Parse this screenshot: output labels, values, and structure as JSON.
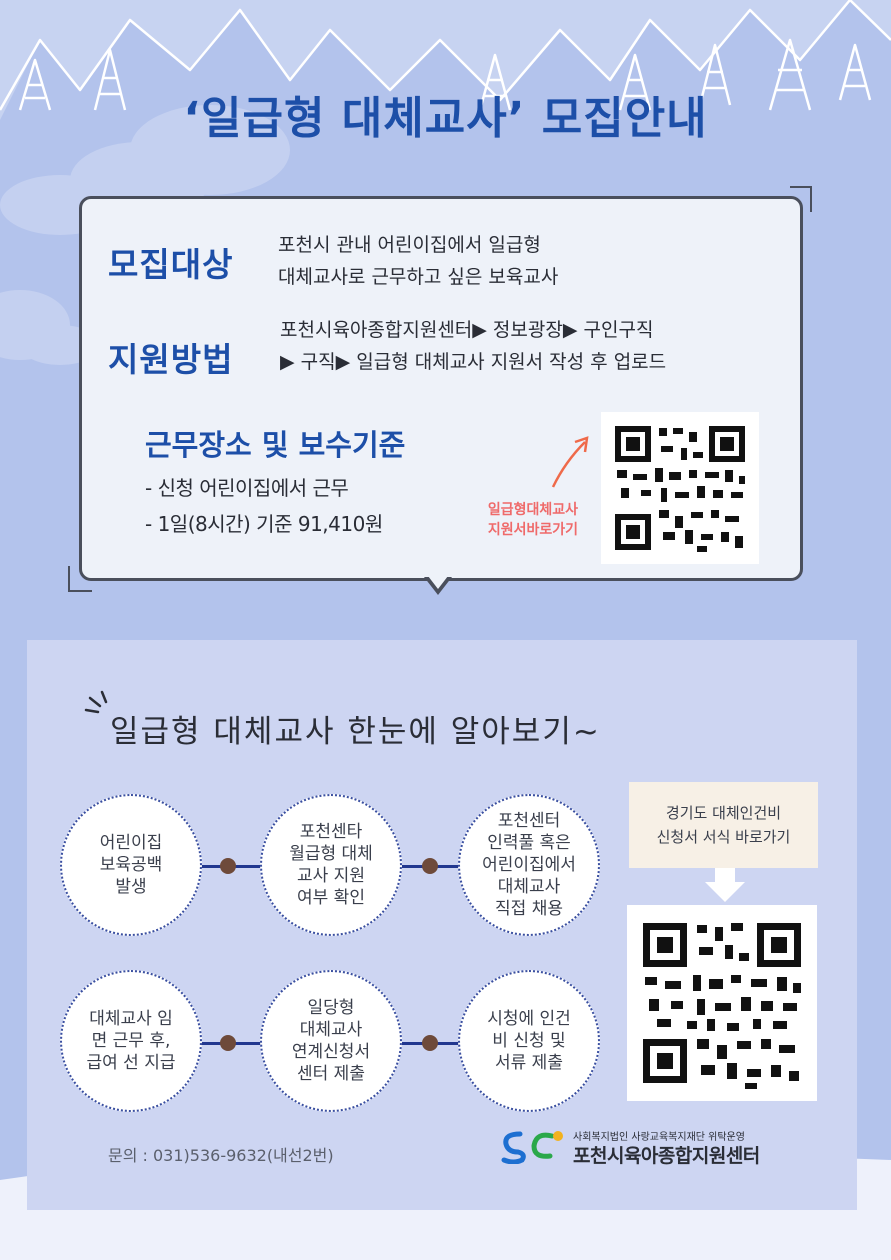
{
  "title": "‘일급형 대체교사’ 모집안내",
  "sections": {
    "target": {
      "heading": "모집대상",
      "lines": [
        "포천시 관내 어린이집에서 일급형",
        "대체교사로 근무하고 싶은 보육교사"
      ]
    },
    "method": {
      "heading": "지원방법",
      "lines": [
        "포천시육아종합지원센터▶ 정보광장▶ 구인구직",
        "▶ 구직▶ 일급형 대체교사 지원서 작성 후 업로드"
      ]
    },
    "workplace": {
      "heading": "근무장소 및 보수기준",
      "lines": [
        "- 신청 어린이집에서 근무",
        "- 1일(8시간) 기준 91,410원"
      ]
    }
  },
  "qr_label": [
    "일급형대체교사",
    "지원서바로가기"
  ],
  "lower": {
    "title": "일급형 대체교사 한눈에 알아보기~",
    "steps": [
      "어린이집\n보육공백\n발생",
      "포천센타\n월급형 대체\n교사 지원\n여부 확인",
      "포천센터\n인력풀 혹은\n어린이집에서\n대체교사\n직접 채용",
      "대체교사 임\n면 근무 후,\n급여 선 지급",
      "일당형\n대체교사\n연계신청서\n센터 제출",
      "시청에 인건\n비 신청 및\n서류 제출"
    ],
    "note": "경기도 대체인건비\n신청서 서식 바로가기",
    "contact": "문의 : 031)536-9632(내선2번)",
    "org_small": "사회복지법인 사랑교육복지재단 위탁운영",
    "org_name": "포천시육아종합지원센터"
  },
  "colors": {
    "background": "#b3c3ec",
    "accent_blue": "#1d4fa8",
    "qr_label_red": "#ef6a6a",
    "lower_panel": "#cdd5f2",
    "connector": "#21378f",
    "dot": "#6e4a3a"
  }
}
